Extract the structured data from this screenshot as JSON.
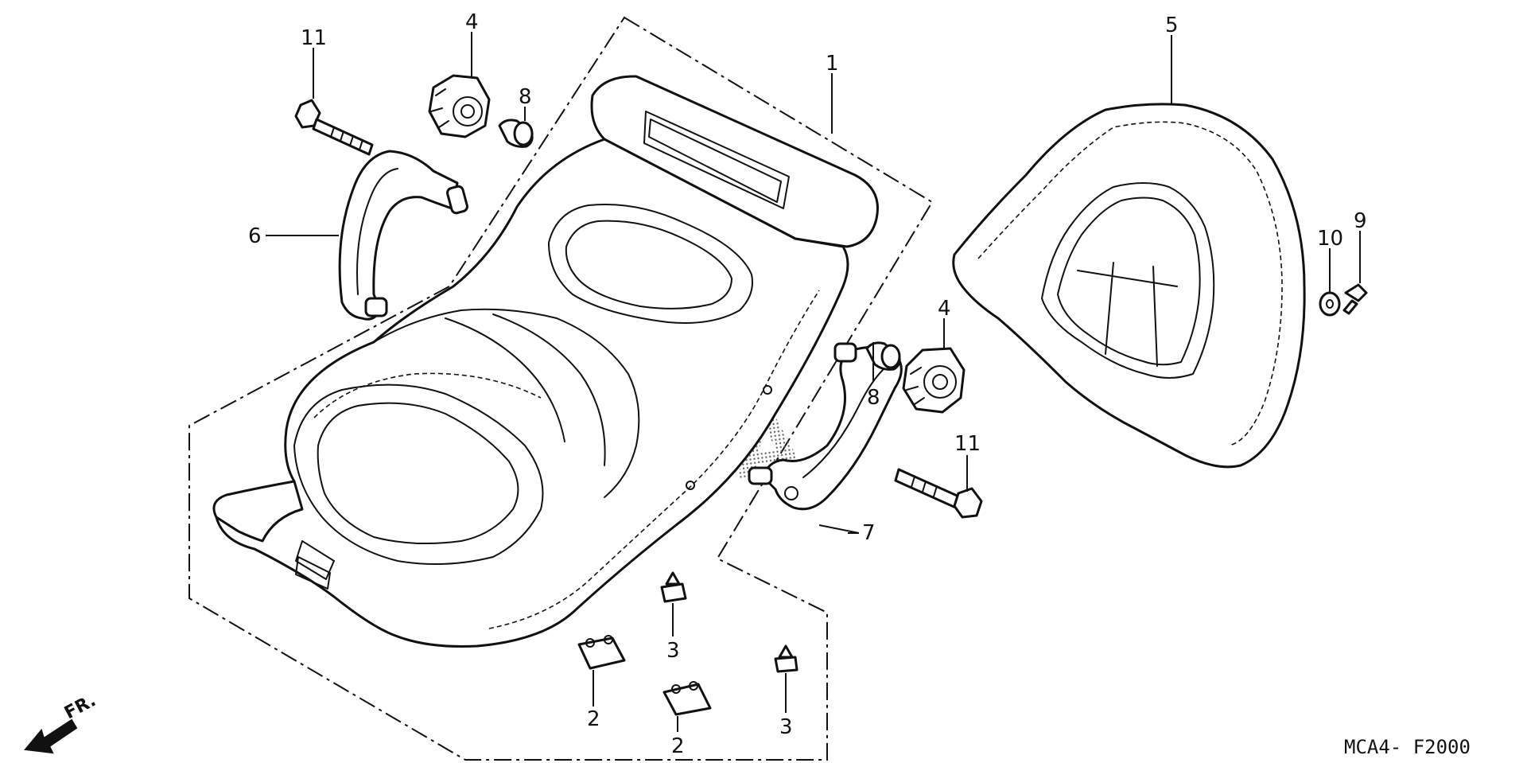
{
  "diagram_code": "MCA4- F2000",
  "direction_label": "FR.",
  "callouts": {
    "seat": "1",
    "stopper_a": "2",
    "stopper_b": "2",
    "cushion_a": "3",
    "cushion_b": "3",
    "knob_left": "4",
    "knob_right": "4",
    "backrest": "5",
    "bracket_left": "6",
    "bracket_right": "7",
    "collar_left": "8",
    "collar_right": "8",
    "screw": "9",
    "washer": "10",
    "bolt_left": "11",
    "bolt_right": "11"
  }
}
